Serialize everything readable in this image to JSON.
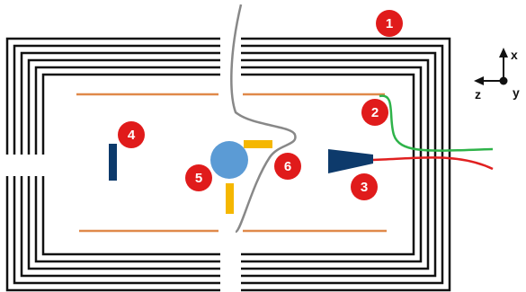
{
  "markers": {
    "m1": "1",
    "m2": "2",
    "m3": "3",
    "m4": "4",
    "m5": "5",
    "m6": "6"
  },
  "axes": {
    "x": "x",
    "y": "y",
    "z": "z"
  },
  "colors": {
    "walls": "#111111",
    "shields": "#e0894a",
    "fiber": "#888888",
    "green_lead": "#2fb34a",
    "red_lead": "#e02020",
    "cone": "#0d3a6b",
    "detector_bar": "#0d3a6b",
    "magnets": "#f5b700",
    "sphere": "#5b9bd5",
    "marker": "#e01b1b"
  }
}
